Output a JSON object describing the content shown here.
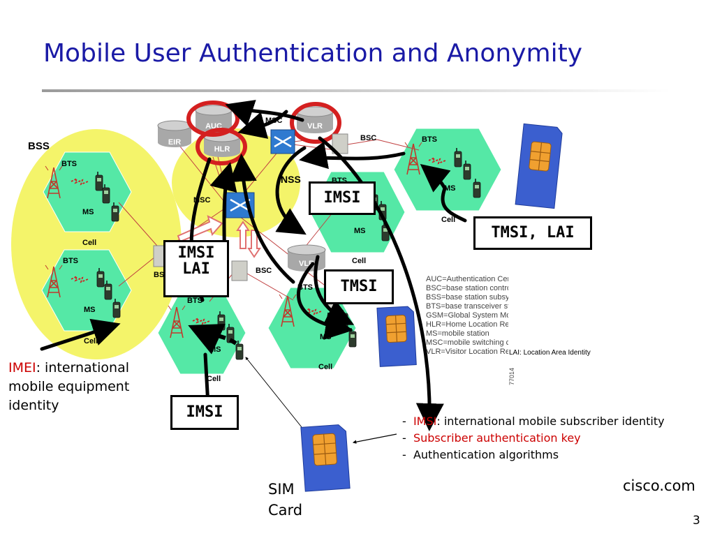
{
  "title": "Mobile User Authentication and Anonymity",
  "diagram": {
    "bss_label": "BSS",
    "nss_label": "NSS",
    "nodes": {
      "auc": "AUC",
      "eir": "EIR",
      "hlr": "HLR",
      "vlr_top": "VLR",
      "vlr_mid": "VLR",
      "msc_top": "MSC",
      "msc_left": "MSC",
      "bsc_right": "BSC",
      "bsc_left": "BSC",
      "bsc_mid": "BSC"
    },
    "cells": [
      {
        "bts": "BTS",
        "ms": "MS",
        "cell": "Cell"
      },
      {
        "bts": "BTS",
        "ms": "MS",
        "cell": "Cell"
      },
      {
        "bts": "BTS",
        "ms": "MS",
        "cell": "Cell"
      },
      {
        "bts": "BTS",
        "ms": "MS",
        "cell": "Cell"
      },
      {
        "bts": "BTS",
        "ms": "MS",
        "cell": "Cell"
      },
      {
        "bts": "BTS",
        "ms": "MS",
        "cell": "Cell"
      }
    ],
    "legend": [
      "AUC=Authentication Center",
      "BSC=base station controller",
      "BSS=base station subsystem",
      "BTS=base transceiver station",
      "GSM=Global System Mobile",
      "HLR=Home Location Register",
      "MS=mobile station",
      "MSC=mobile switching center",
      "VLR=Visitor Location Register"
    ],
    "lai_note": "LAI: Location Area Identity",
    "figure_number": "77014"
  },
  "callouts": {
    "imsi_top": "IMSI",
    "imsi_lai_line1": "IMSI",
    "imsi_lai_line2": "LAI",
    "tmsi": "TMSI",
    "tmsi_lai": "TMSI, LAI",
    "imsi_bottom": "IMSI"
  },
  "imei": {
    "term": "IMEI",
    "rest_line1": ": international",
    "line2": "mobile equipment",
    "line3": "identity"
  },
  "sim_list": {
    "item1_term": "IMSI",
    "item1_rest": ": international mobile subscriber identity",
    "item2": "Subscriber authentication key",
    "item3": "Authentication algorithms"
  },
  "sim_caption_line1": "SIM",
  "sim_caption_line2": "Card",
  "source": "cisco.com",
  "page_number": "3",
  "colors": {
    "title": "#1a1aa6",
    "highlight_red": "#cc0000",
    "cell_green": "#55e8a6",
    "bss_yellow": "#f4f46a",
    "sim_blue": "#3b5fcf",
    "sim_chip": "#f0a030"
  }
}
